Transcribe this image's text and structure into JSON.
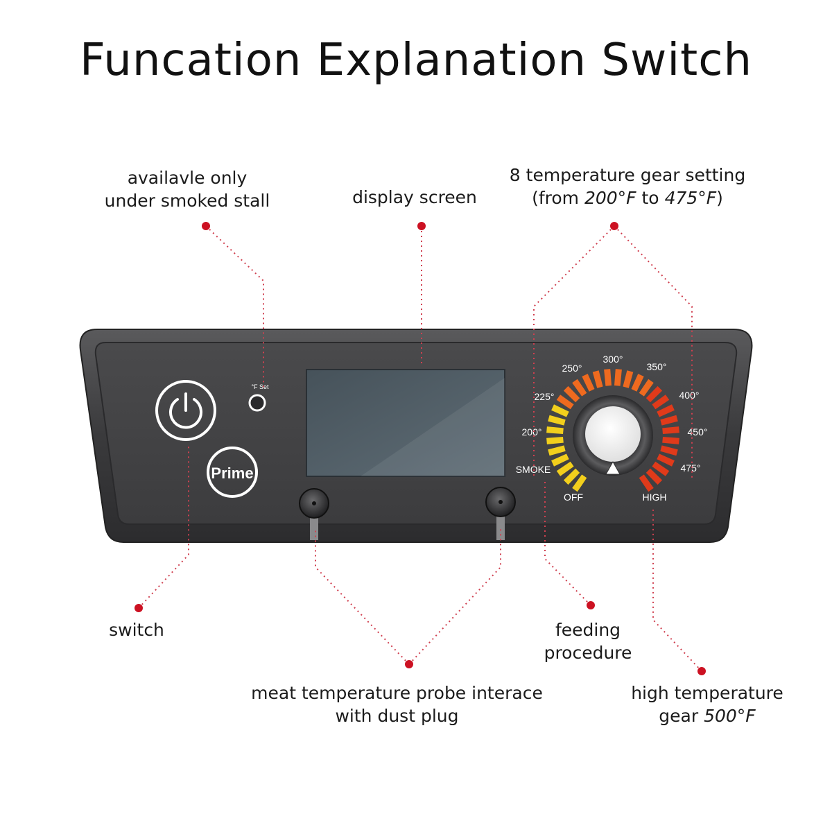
{
  "title": "Funcation Explanation Switch",
  "labels": {
    "smoke_only_line1": "availavle only",
    "smoke_only_line2": "under smoked stall",
    "display": "display screen",
    "gear_line1": "8 temperature gear setting",
    "gear_line2_a": "(from ",
    "gear_line2_b": "200°F",
    "gear_line2_c": " to ",
    "gear_line2_d": "475°F",
    "gear_line2_e": ")",
    "switch": "switch",
    "feeding_line1": "feeding",
    "feeding_line2": "procedure",
    "probe_line1": "meat temperature probe interace",
    "probe_line2": "with dust plug",
    "high_line1": "high temperature",
    "high_line2_a": "gear ",
    "high_line2_b": "500°F"
  },
  "panel": {
    "prime_label": "Prime",
    "fset_label": "°F Set",
    "dial_ticks": {
      "t200": "200°",
      "t225": "225°",
      "t250": "250°",
      "t300": "300°",
      "t350": "350°",
      "t400": "400°",
      "t450": "450°",
      "t475": "475°",
      "smoke": "SMOKE",
      "off": "OFF",
      "high": "HIGH"
    }
  },
  "colors": {
    "accent_dot": "#cc1122",
    "leader_line": "#d04050",
    "panel_dark": "#3a3a3c",
    "gauge_yellow": "#f2cf1c",
    "gauge_orange": "#ef6a1f",
    "gauge_red": "#e03a1a"
  }
}
